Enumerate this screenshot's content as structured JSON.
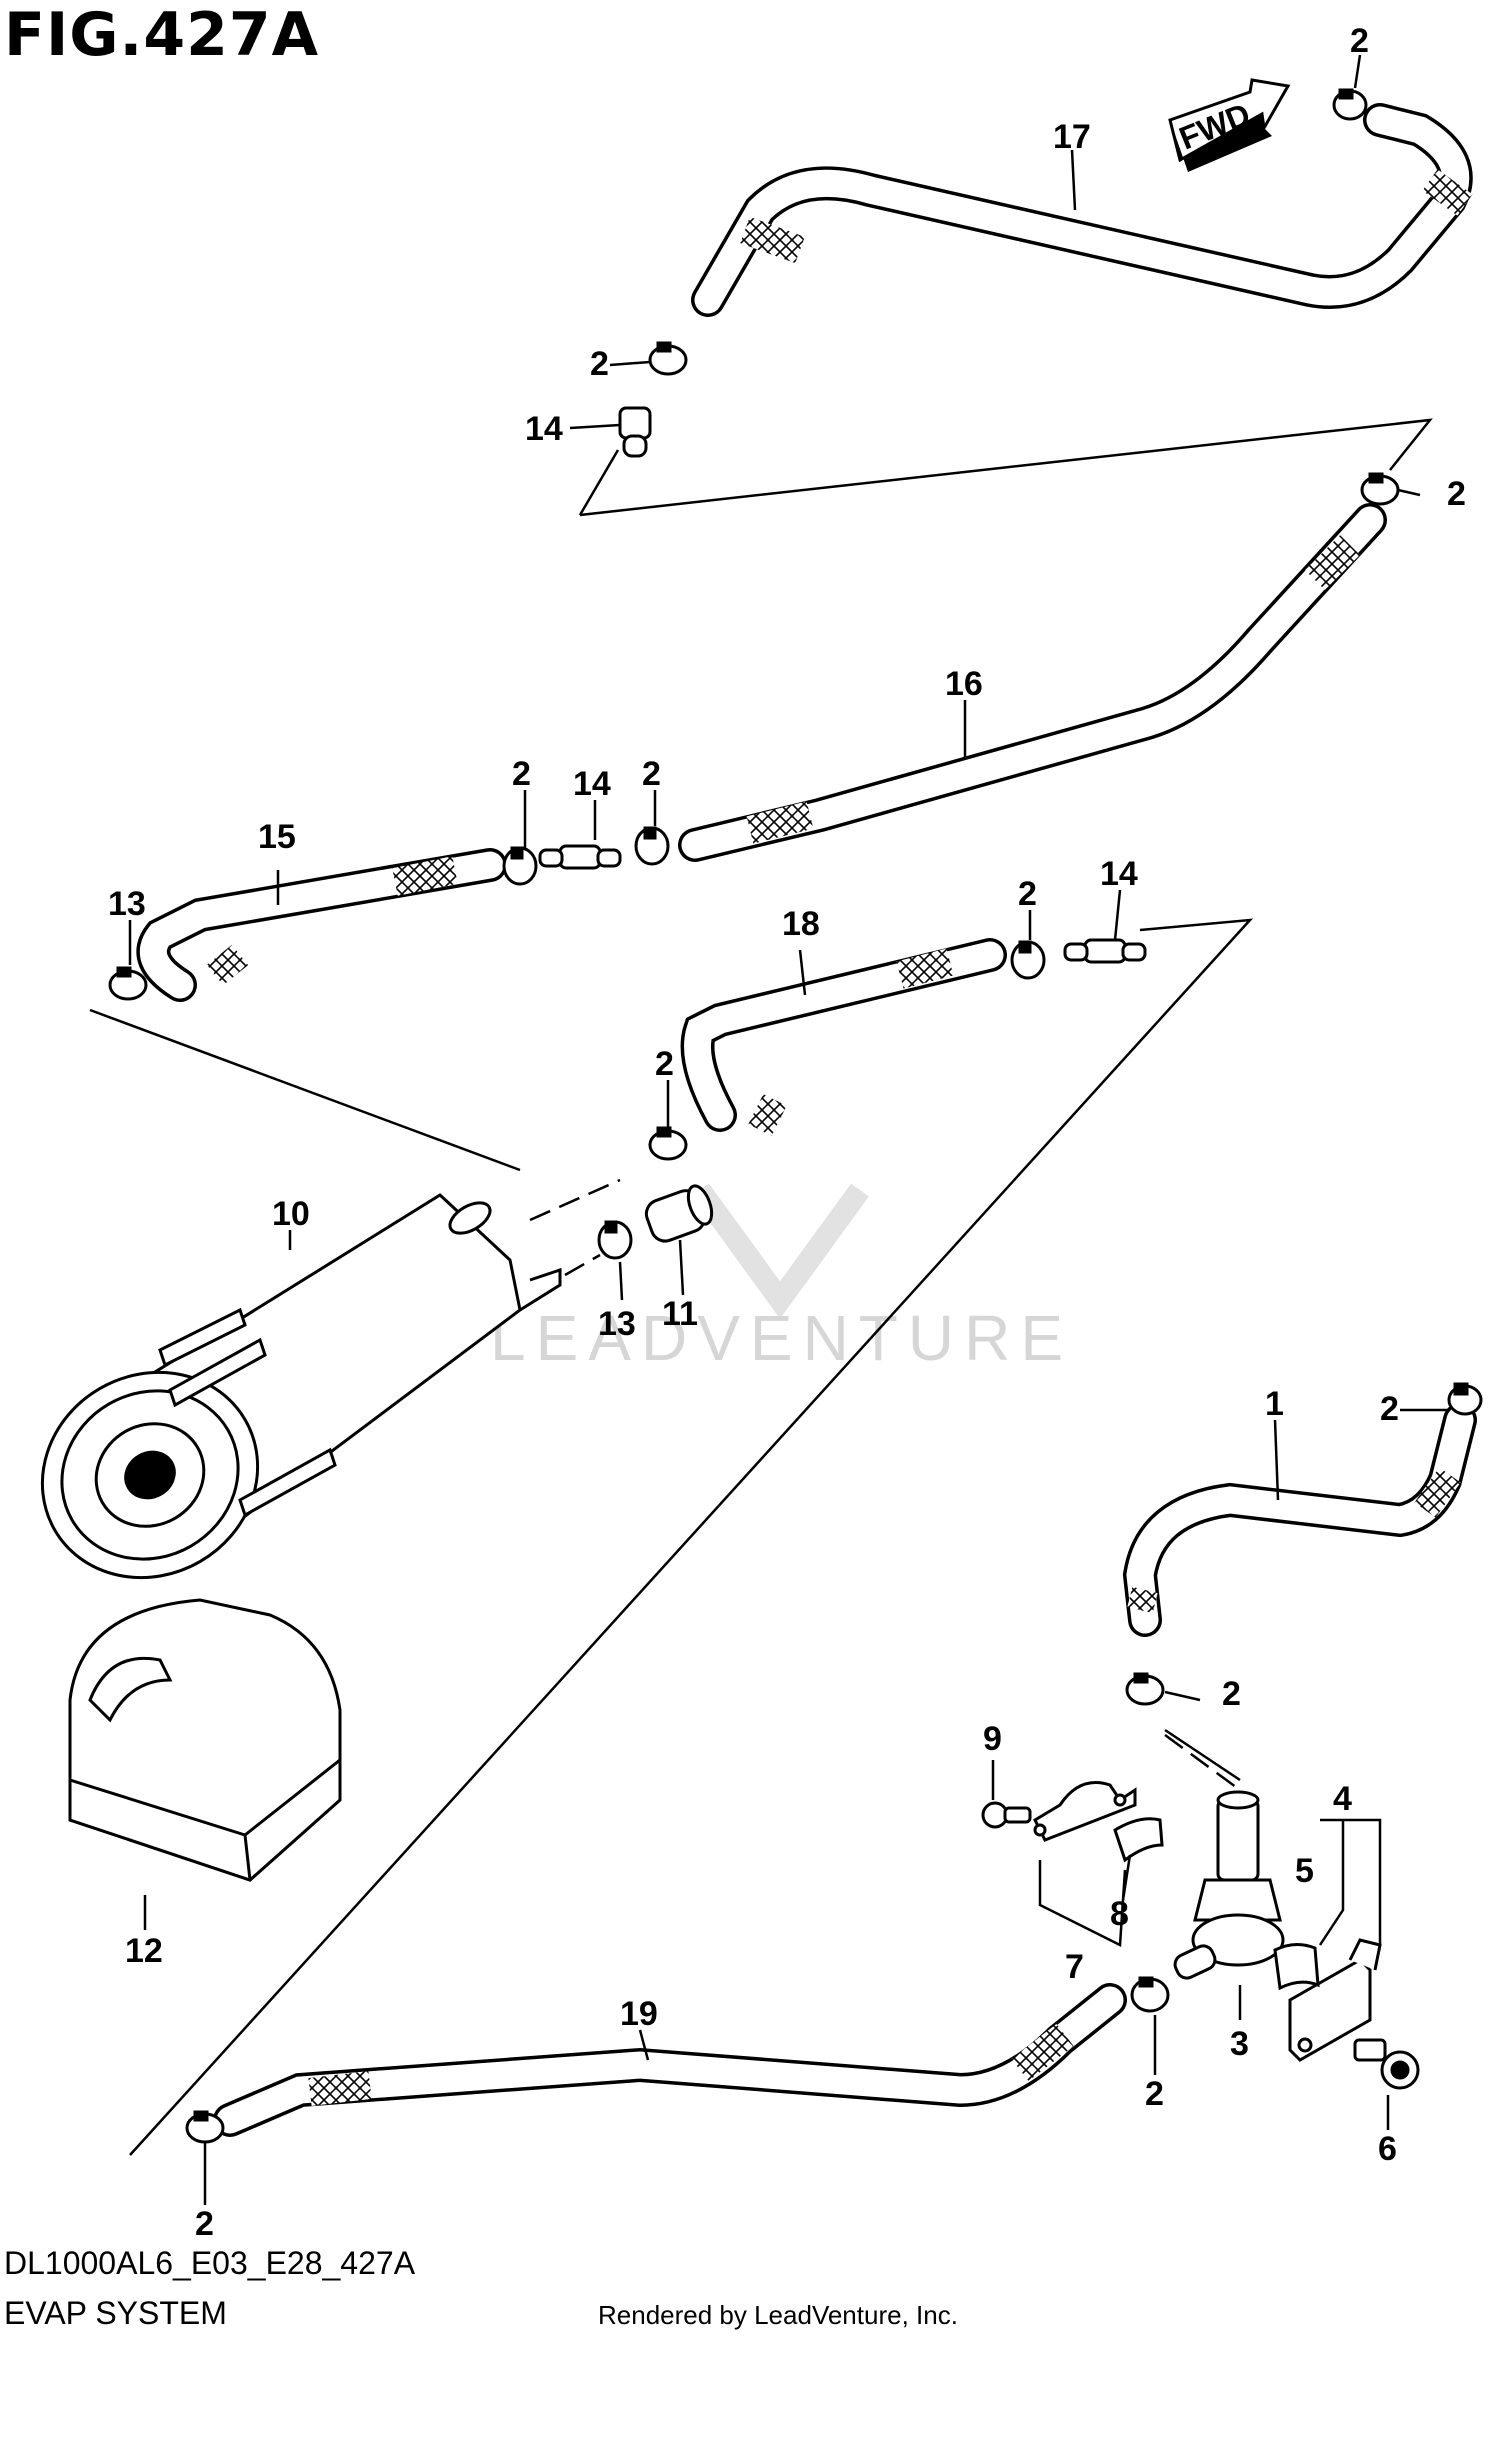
{
  "figure": {
    "title": "FIG.427A",
    "code": "DL1000AL6_E03_E28_427A",
    "system_name": "EVAP SYSTEM",
    "rendered_by": "Rendered by LeadVenture, Inc.",
    "watermark": "LEADVENTURE",
    "direction_marker": "FWD"
  },
  "callouts": {
    "c1": "1",
    "c2a": "2",
    "c2b": "2",
    "c2c": "2",
    "c2d": "2",
    "c2e": "2",
    "c2f": "2",
    "c2g": "2",
    "c2h": "2",
    "c2i": "2",
    "c2j": "2",
    "c2k": "2",
    "c3": "3",
    "c4": "4",
    "c5": "5",
    "c6": "6",
    "c7": "7",
    "c8": "8",
    "c9": "9",
    "c10": "10",
    "c11": "11",
    "c12": "12",
    "c13a": "13",
    "c13b": "13",
    "c14a": "14",
    "c14b": "14",
    "c14c": "14",
    "c15": "15",
    "c16": "16",
    "c17": "17",
    "c18": "18",
    "c19": "19"
  }
}
